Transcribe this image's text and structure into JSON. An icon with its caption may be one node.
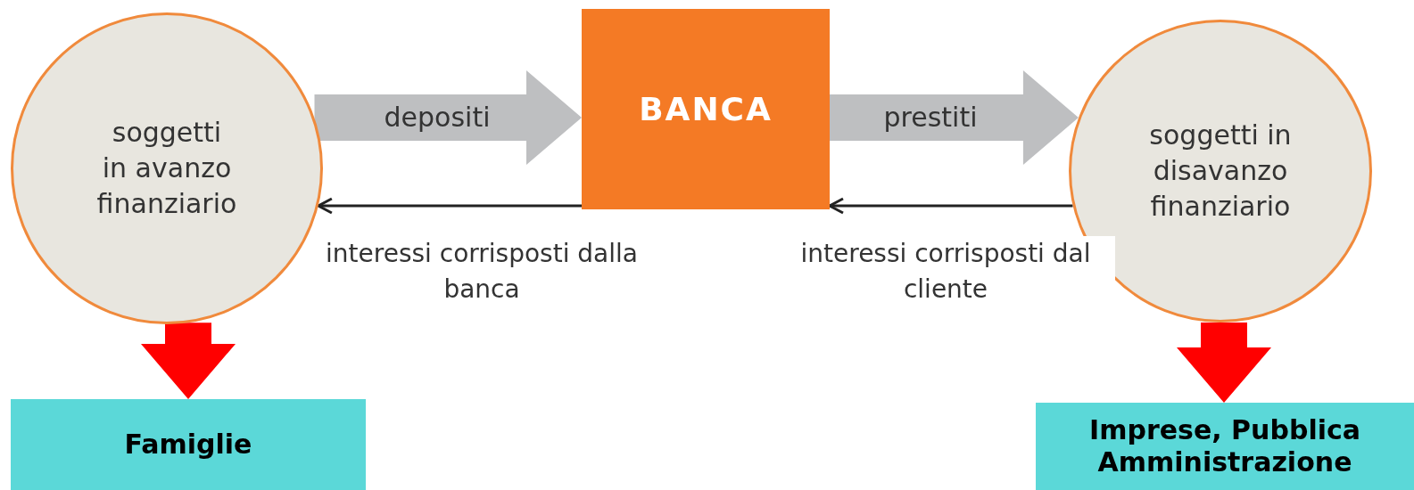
{
  "diagram": {
    "nodes": [
      {
        "text": [
          "soggetti in avanzo finanziario"
        ]
      },
      {
        "text": [
          "BANCA"
        ]
      },
      {
        "text": [
          "soggetti in disavanzo finanziario"
        ]
      },
      {
        "text": [
          "Famiglie"
        ]
      },
      {
        "text": [
          "Imprese, Pubblica Amministrazione"
        ]
      }
    ],
    "edges": [
      {
        "from": 0,
        "to": 1,
        "arrow": "to",
        "label": "depositi",
        "style": "thick",
        "color": "#bebfc1"
      },
      {
        "from": 1,
        "to": 2,
        "arrow": "to",
        "label": "prestiti",
        "style": "thick",
        "color": "#bebfc1"
      },
      {
        "from": 1,
        "to": 0,
        "arrow": "to",
        "label": "interessi corrisposti dalla banca",
        "color": "#222222"
      },
      {
        "from": 2,
        "to": 1,
        "arrow": "to",
        "label": "interessi corrisposti dal cliente",
        "color": "#222222"
      },
      {
        "from": 0,
        "to": 3,
        "arrow": "to",
        "style": "thick",
        "color": "#ff0000"
      },
      {
        "from": 2,
        "to": 4,
        "arrow": "to",
        "style": "thick",
        "color": "#ff0000"
      }
    ]
  }
}
